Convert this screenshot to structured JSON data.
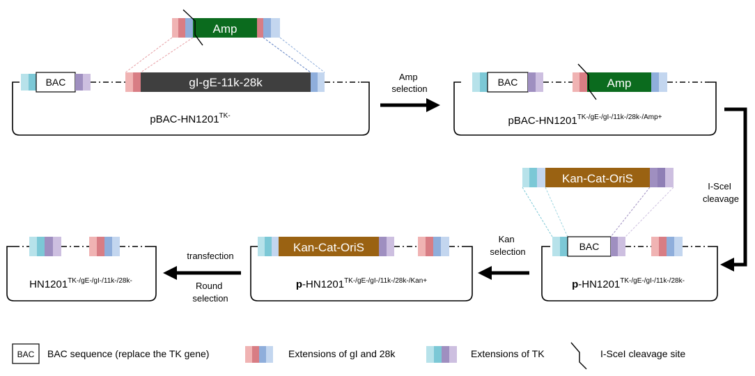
{
  "colors": {
    "red_light": "#f0b3b3",
    "red_mid": "#d87d84",
    "blue_mid": "#8faedb",
    "blue_light": "#c3d6ef",
    "cyan_light": "#b7e2ea",
    "cyan_mid": "#7cc8d6",
    "purple_mid": "#9f8fc0",
    "purple_light": "#cdbfe0",
    "amp_green": "#0b6b1e",
    "gene_dark": "#3f3f3f",
    "kan_brown": "#9a6212"
  },
  "icons": {
    "cleavage_site": "slash-tick-icon",
    "arrow": "thick-arrow-icon"
  },
  "labels": {
    "bac": "BAC",
    "amp": "Amp",
    "gene_cassette": "gI-gE-11k-28k",
    "kan_cassette": "Kan-Cat-OriS"
  },
  "plasmids": {
    "p1": {
      "name": "pBAC-HN1201",
      "sup": "TK-"
    },
    "p2": {
      "name": "pBAC-HN1201",
      "sup": "TK-/gE-/gI-/11k-/28k-/Amp+"
    },
    "p3": {
      "bold": "p",
      "name": "-HN1201",
      "sup": "TK-/gE-/gI-/11k-/28k-"
    },
    "p4": {
      "bold": "p",
      "name": "-HN1201",
      "sup": "TK-/gE-/gI-/11k-/28k-/Kan+"
    },
    "p5": {
      "name": "HN1201",
      "sup": "TK-/gE-/gI-/11k-/28k-"
    }
  },
  "steps": {
    "amp_selection": [
      "Amp",
      "selection"
    ],
    "isce_cleavage": [
      "I-SceI",
      "cleavage"
    ],
    "kan_selection": [
      "Kan",
      "selection"
    ],
    "transfection": "transfection",
    "round_selection": [
      "Round",
      "selection"
    ]
  },
  "legend": {
    "bac_box": "BAC",
    "bac_desc": "BAC sequence (replace the TK gene)",
    "gi_28k": "Extensions of gI and 28k",
    "tk": "Extensions of TK",
    "isce_site": "I-SceI cleavage site"
  }
}
